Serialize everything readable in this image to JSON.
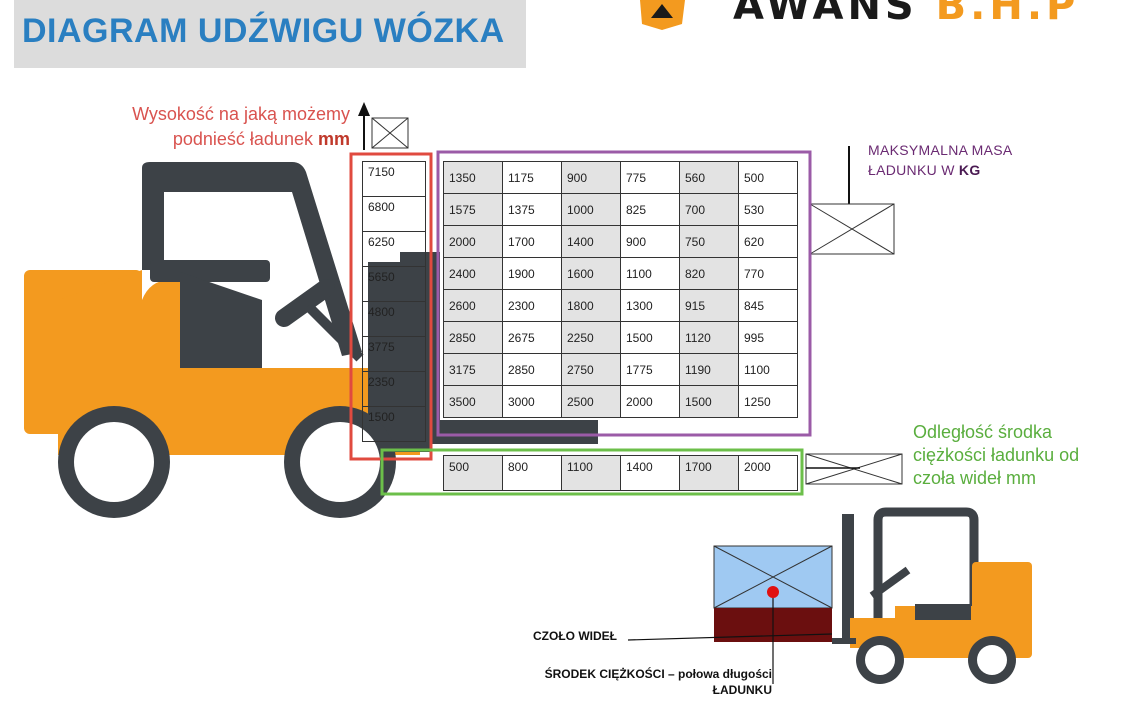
{
  "header": {
    "title": "DIAGRAM UDŹWIGU WÓZKA"
  },
  "logo": {
    "main": "AWANS",
    "suffix": "B.H.P"
  },
  "height_note": {
    "text": "Wysokość na jaką możemy podnieść ładunek",
    "unit": "mm"
  },
  "mass_note": {
    "text": "MAKSYMALNA MASA ŁADUNKU W",
    "unit": "KG"
  },
  "distance_note": {
    "text": "Odległość środka ciężkości ładunku od czoła wideł mm"
  },
  "heights": [
    "7150",
    "6800",
    "6250",
    "5650",
    "4800",
    "3775",
    "2350",
    "1500"
  ],
  "mass_rows": [
    [
      "1350",
      "1175",
      "900",
      "775",
      "560",
      "500"
    ],
    [
      "1575",
      "1375",
      "1000",
      "825",
      "700",
      "530"
    ],
    [
      "2000",
      "1700",
      "1400",
      "900",
      "750",
      "620"
    ],
    [
      "2400",
      "1900",
      "1600",
      "1100",
      "820",
      "770"
    ],
    [
      "2600",
      "2300",
      "1800",
      "1300",
      "915",
      "845"
    ],
    [
      "2850",
      "2675",
      "2250",
      "1500",
      "1120",
      "995"
    ],
    [
      "3175",
      "2850",
      "2750",
      "1775",
      "1190",
      "1100"
    ],
    [
      "3500",
      "3000",
      "2500",
      "2000",
      "1500",
      "1250"
    ]
  ],
  "distances": [
    "500",
    "800",
    "1100",
    "1400",
    "1700",
    "2000"
  ],
  "labels": {
    "czolo": "CZOŁO WIDEŁ",
    "srodek": "ŚRODEK CIĘŻKOŚCI – połowa długości ŁADUNKU"
  },
  "colors": {
    "forklift_body": "#f39a1f",
    "forklift_dark": "#3d4247",
    "title": "#2a7fc1",
    "height_frame": "#e04a3f",
    "mass_frame": "#9b5ba7",
    "distance_frame": "#6cbf4a",
    "load_top": "#9fc9f2",
    "load_bottom": "#6b0f0f"
  }
}
